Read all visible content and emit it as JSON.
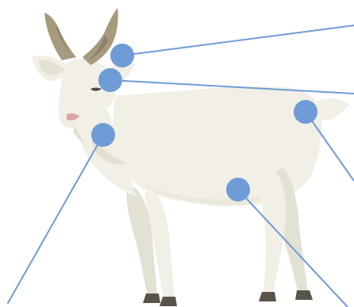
{
  "diagram": {
    "subject": "goat-illustration",
    "colors": {
      "background": "#ffffff",
      "body_fill": "#f1efe6",
      "shadow_fill": "#e3e0d4",
      "belly_shade": "#ebe8dd",
      "horn_fill": "#a79a7d",
      "horn_shade": "#8e806a",
      "hoof_fill": "#5a5448",
      "nose_fill": "#d9a7a1",
      "eye_fill": "#4b4a47",
      "marker_fill": "#6f9bd6",
      "leader_line": "#6f9bd6"
    },
    "markers": [
      {
        "name": "marker-ear-top"
      },
      {
        "name": "marker-ear-bottom"
      },
      {
        "name": "marker-neck"
      },
      {
        "name": "marker-rump"
      },
      {
        "name": "marker-belly"
      }
    ]
  }
}
